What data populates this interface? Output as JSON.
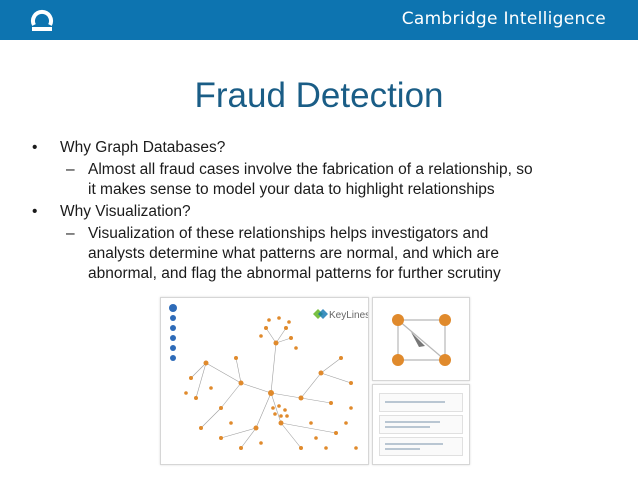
{
  "header": {
    "brand": "Cambridge Intelligence",
    "colors": {
      "bar": "#0d74b0",
      "text": "#ffffff"
    },
    "logo_icon": "cambridge-intelligence-logo"
  },
  "slide": {
    "title": "Fraud Detection",
    "title_color": "#1a5d86",
    "bullets": [
      {
        "text": "Why Graph Databases?",
        "sub": [
          {
            "line1": "Almost all fraud cases involve the fabrication of a relationship, so",
            "line2": "it makes sense to model your data to highlight relationships"
          }
        ]
      },
      {
        "text": "Why Visualization?",
        "sub": [
          {
            "line1": "Visualization of these relationships helps investigators and",
            "line2": "analysts determine what patterns are normal, and which are",
            "line3": "abnormal, and flag the abnormal patterns for further scrutiny"
          }
        ]
      }
    ],
    "bullet_mark": "•",
    "dash_mark": "–"
  },
  "screenshot": {
    "logo_text": "KeyLines",
    "node_color": "#e08a2c",
    "edge_color": "#a0a0a0",
    "toolbar_color": "#2e6bb8"
  }
}
